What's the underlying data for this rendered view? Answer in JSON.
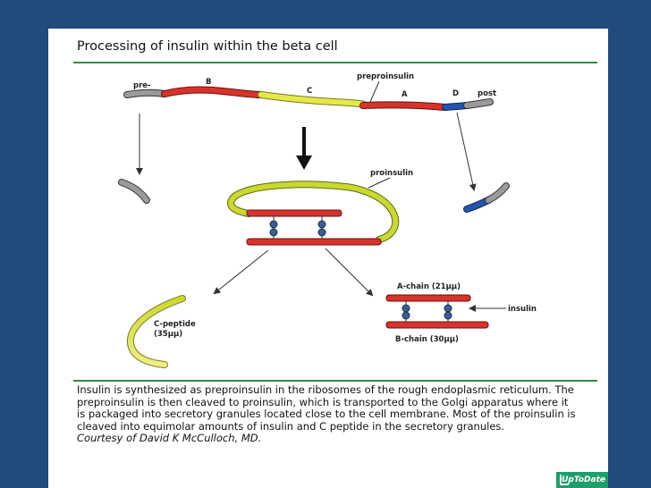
{
  "title": "Processing of insulin within the beta cell",
  "labels": {
    "pre": "pre-",
    "b": "B",
    "c": "C",
    "preproinsulin": "preproinsulin",
    "a": "A",
    "d": "D",
    "post": "post",
    "proinsulin": "proinsulin",
    "a_chain": "A-chain (21μμ)",
    "b_chain": "B-chain (30μμ)",
    "insulin": "insulin",
    "c_peptide": "C-peptide",
    "c_peptide_len": "(35μμ)"
  },
  "caption": "Insulin is synthesized as preproinsulin in the ribosomes of the rough endoplasmic reticulum. The preproinsulin is then cleaved to proinsulin, which is transported to the Golgi apparatus where it is packaged into secretory granules located close to the cell membrane. Most of the proinsulin is cleaved into equimolar amounts of insulin and C peptide in the secretory granules.",
  "credit": "Courtesy of David K McCulloch, MD.",
  "logo": "UpToDate",
  "colors": {
    "background": "#214a7d",
    "rule": "#2f8a4f",
    "b_chain": "#d8332a",
    "c_peptide": "#e6e84a",
    "a_chain": "#d8332a",
    "d_segment": "#2355b0",
    "signal": "#8c8c8c",
    "disulfide": "#3a5f8f"
  }
}
